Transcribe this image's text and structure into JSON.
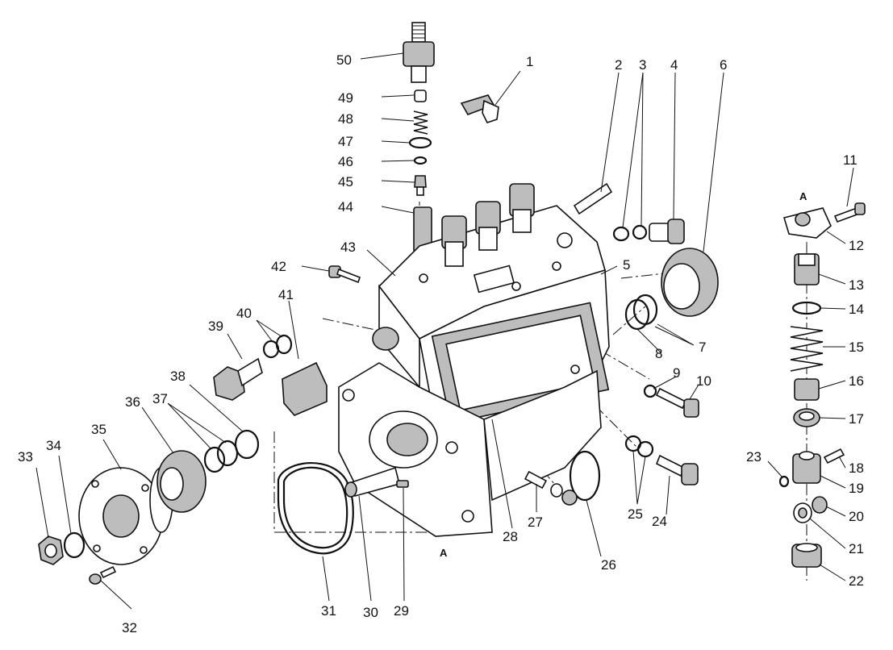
{
  "callouts": {
    "n1": "1",
    "n2": "2",
    "n3": "3",
    "n4": "4",
    "n5": "5",
    "n6": "6",
    "n7": "7",
    "n8": "8",
    "n9": "9",
    "n10": "10",
    "n11": "11",
    "n12": "12",
    "n13": "13",
    "n14": "14",
    "n15": "15",
    "n16": "16",
    "n17": "17",
    "n18": "18",
    "n19": "19",
    "n20": "20",
    "n21": "21",
    "n22": "22",
    "n23": "23",
    "n24": "24",
    "n25": "25",
    "n26": "26",
    "n27": "27",
    "n28": "28",
    "n29": "29",
    "n30": "30",
    "n31": "31",
    "n32": "32",
    "n33": "33",
    "n34": "34",
    "n35": "35",
    "n36": "36",
    "n37": "37",
    "n38": "38",
    "n39": "39",
    "n40": "40",
    "n41": "41",
    "n42": "42",
    "n43": "43",
    "n44": "44",
    "n45": "45",
    "n46": "46",
    "n47": "47",
    "n48": "48",
    "n49": "49",
    "n50": "50"
  },
  "reference_marks": {
    "a_body": "A",
    "a_detail": "A"
  }
}
